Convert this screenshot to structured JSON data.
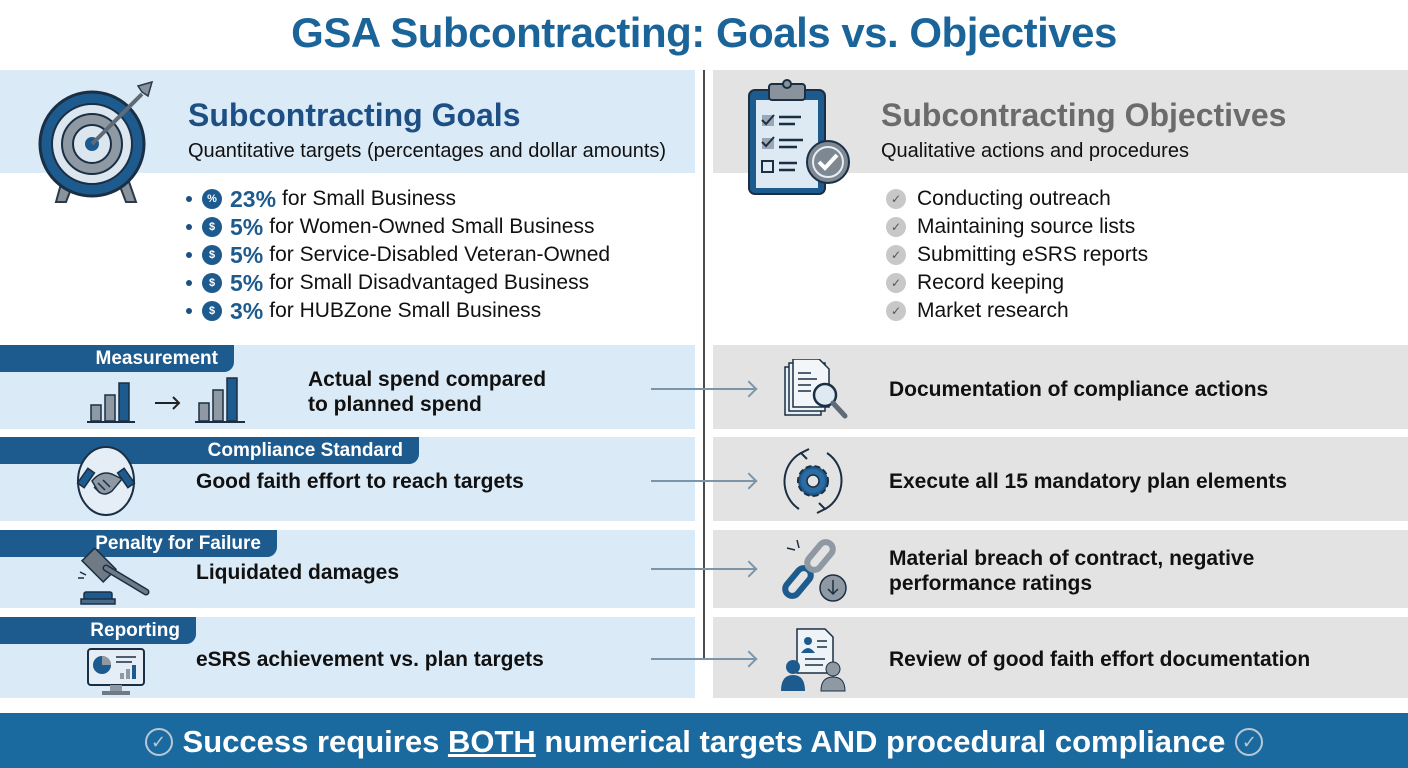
{
  "title": "GSA Subcontracting: Goals vs. Objectives",
  "goals": {
    "icon": "target-icon",
    "title": "Subcontracting Goals",
    "subtitle": "Quantitative targets (percentages and dollar amounts)",
    "items": [
      {
        "badge": "%",
        "pct": "23%",
        "label": "for Small Business"
      },
      {
        "badge": "$",
        "pct": "5%",
        "label": "for Women-Owned Small Business"
      },
      {
        "badge": "$",
        "pct": "5%",
        "label": "for Service-Disabled Veteran-Owned"
      },
      {
        "badge": "$",
        "pct": "5%",
        "label": "for Small Disadvantaged Business"
      },
      {
        "badge": "$",
        "pct": "3%",
        "label": "for HUBZone Small Business"
      }
    ]
  },
  "objectives": {
    "icon": "clipboard-check-icon",
    "title": "Subcontracting Objectives",
    "subtitle": "Qualitative actions and procedures",
    "items": [
      "Conducting outreach",
      "Maintaining source lists",
      "Submitting eSRS reports",
      "Record keeping",
      "Market research"
    ]
  },
  "rows": [
    {
      "category": "Measurement",
      "left_icon": "bar-chart-compare-icon",
      "left_text": "Actual spend compared\nto planned spend",
      "right_icon": "document-search-icon",
      "right_text": "Documentation of compliance actions"
    },
    {
      "category": "Compliance Standard",
      "left_icon": "handshake-icon",
      "left_text": "Good faith effort to reach targets",
      "right_icon": "gear-cycle-icon",
      "right_text": "Execute all 15 mandatory plan elements"
    },
    {
      "category": "Penalty for Failure",
      "left_icon": "gavel-icon",
      "left_text": "Liquidated damages",
      "right_icon": "broken-chain-icon",
      "right_text": "Material breach of contract, negative\nperformance ratings"
    },
    {
      "category": "Reporting",
      "left_icon": "monitor-report-icon",
      "left_text": "eSRS achievement vs. plan targets",
      "right_icon": "people-review-icon",
      "right_text": "Review of good faith effort documentation"
    }
  ],
  "footer": {
    "prefix": "Success requires ",
    "emphasis": "BOTH",
    "suffix": " numerical targets AND procedural compliance",
    "icon": "check-circle-icon"
  },
  "colors": {
    "title": "#1a6499",
    "goals_accent": "#1d5a8e",
    "goals_band": "#daeaf6",
    "objectives_band": "#e3e3e3",
    "objectives_title": "#6b6b6b",
    "footer_bg": "#1a6aa0"
  }
}
